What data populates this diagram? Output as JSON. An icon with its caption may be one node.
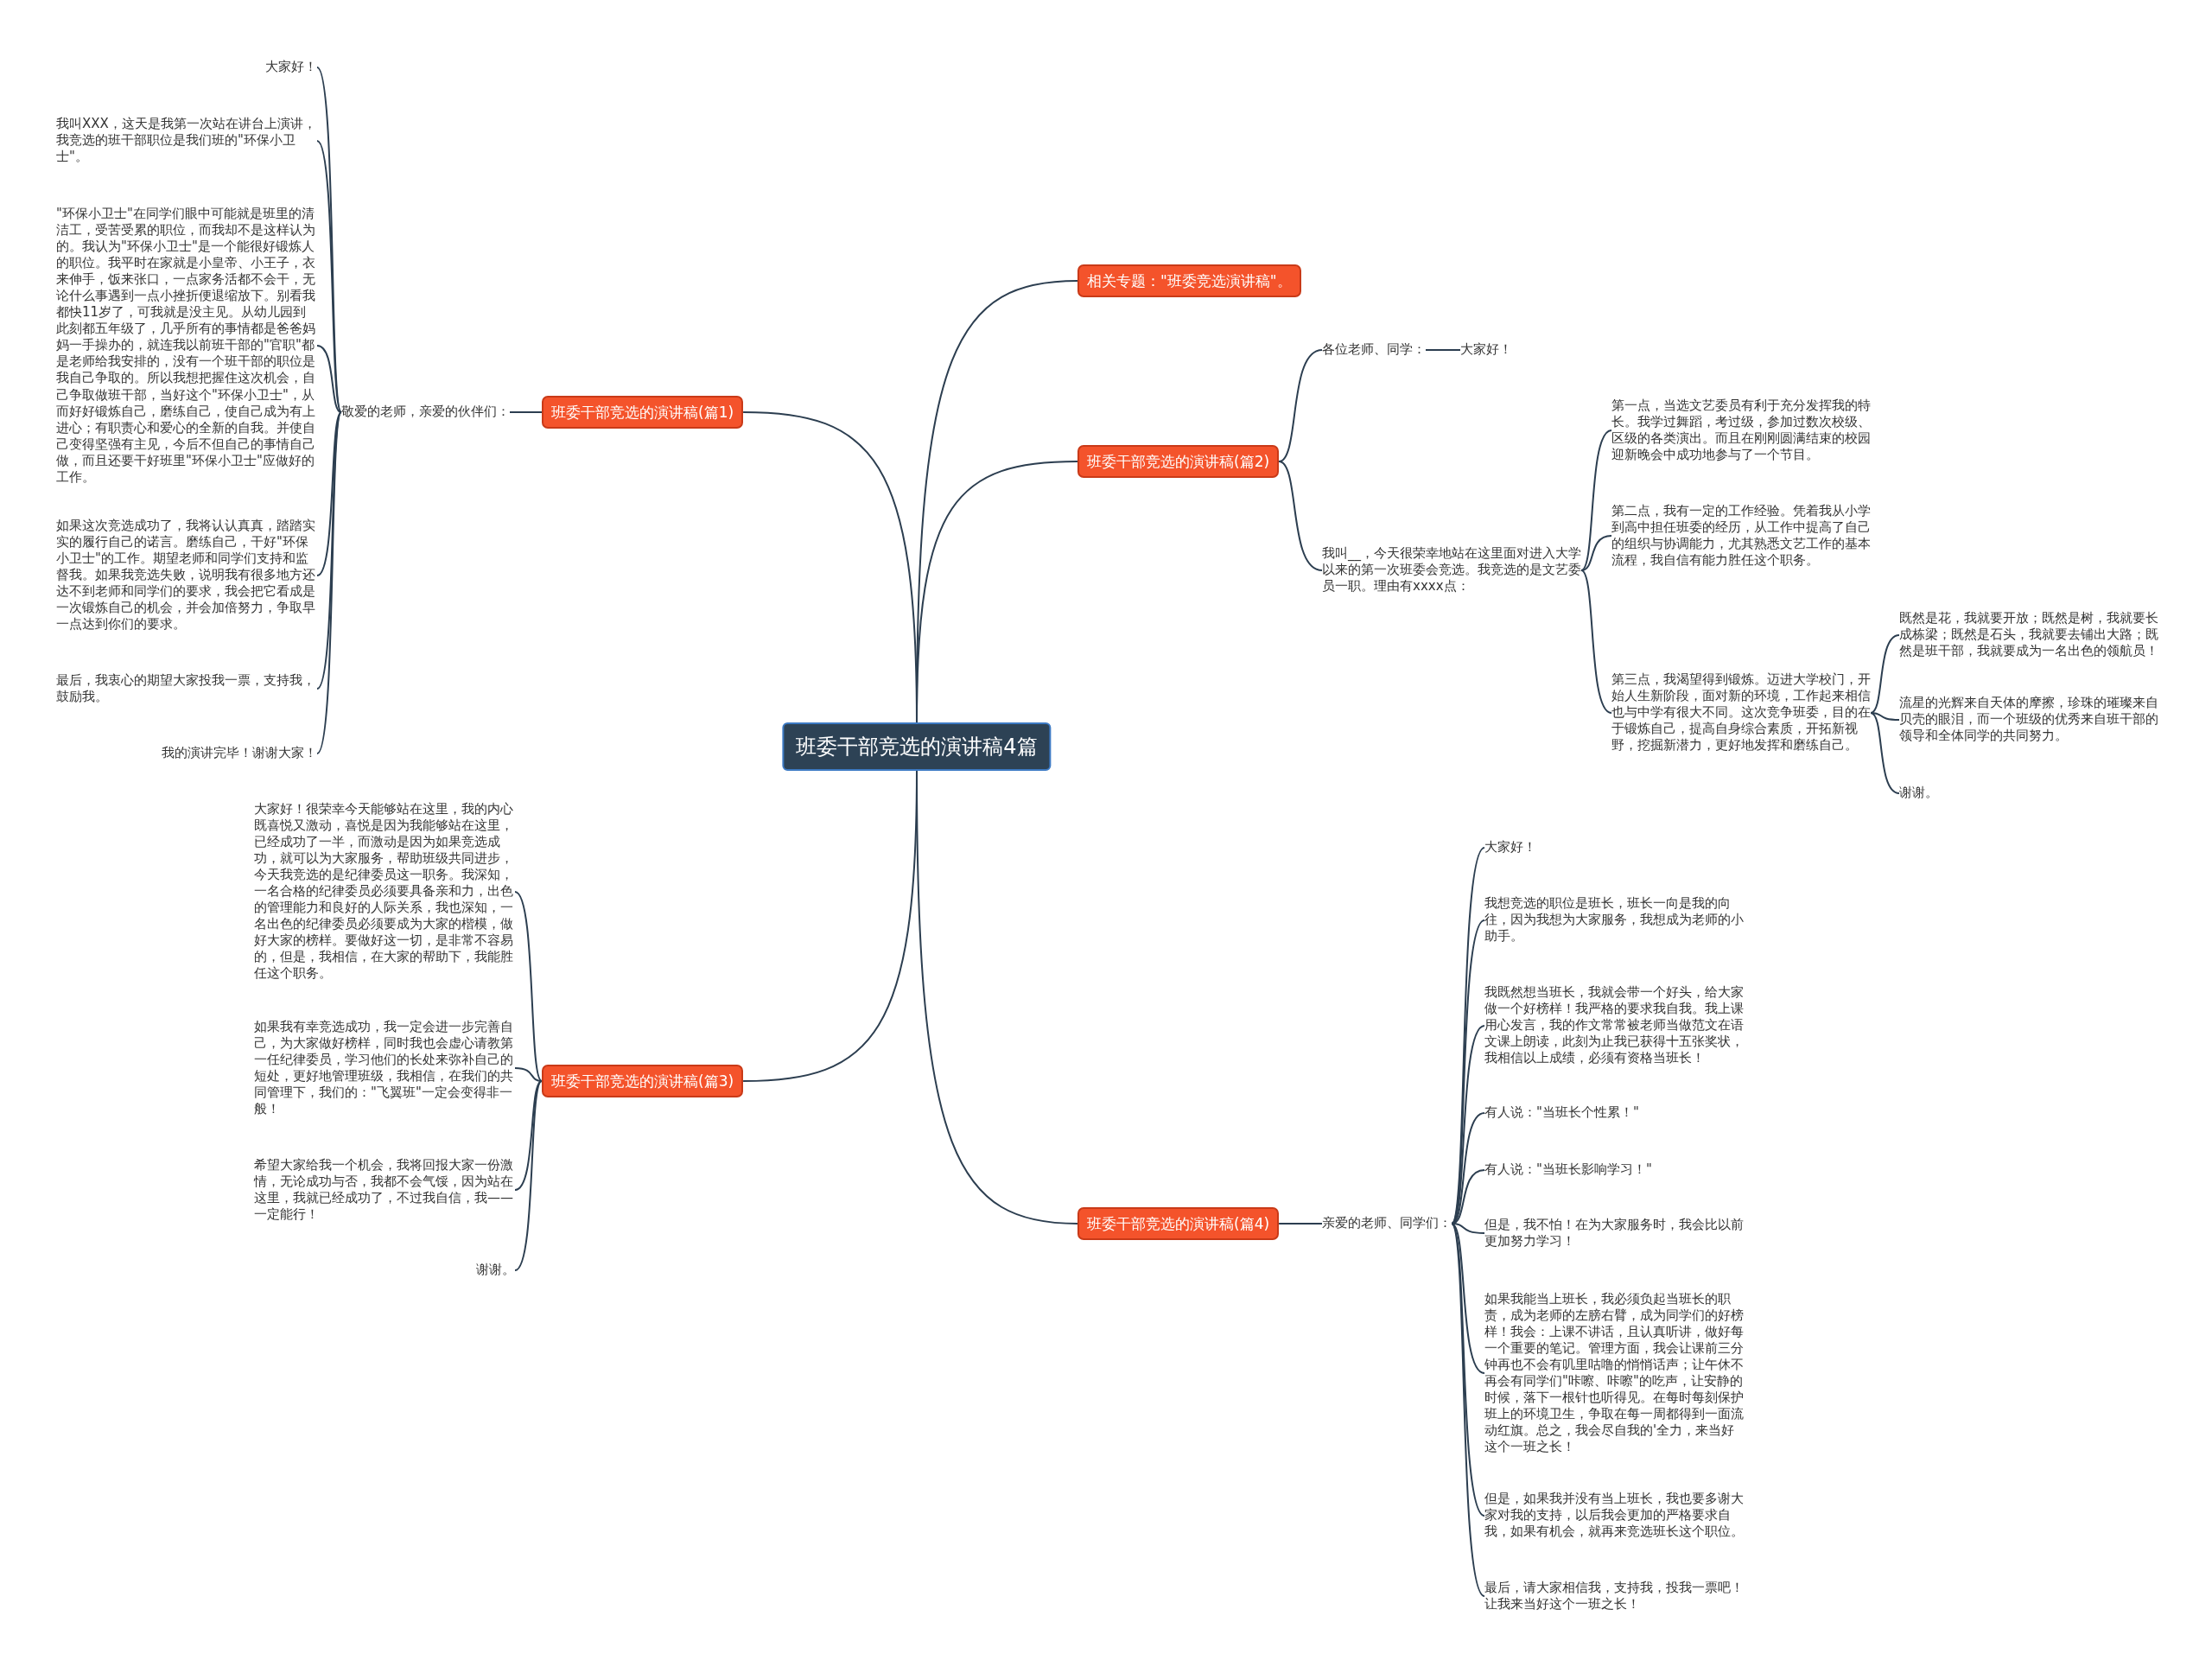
{
  "diagram": {
    "nodes": [
      {
        "text": [
          "班委干部竞选的演讲稿4篇"
        ]
      },
      {
        "text": [
          "相关专题：\"班委竞选演讲稿\"。"
        ]
      },
      {
        "text": [
          "班委干部竞选的演讲稿(篇1)"
        ]
      },
      {
        "text": [
          "敬爱的老师，亲爱的伙伴们："
        ]
      },
      {
        "text": [
          "大家好！"
        ]
      },
      {
        "text": [
          "我叫XXX，这天是我第一次站在讲台上演讲，我竞选的班干部职位是我们班的\"环保小卫士\"。"
        ]
      },
      {
        "text": [
          "\"环保小卫士\"在同学们眼中可能就是班里的清洁工，受苦受累的职位，而我却不是这样认为的。我认为\"环保小卫士\"是一个能很好锻炼人的职位。我平时在家就是小皇帝、小王子，衣来伸手，饭来张口，一点家务活都不会干，无论什么事遇到一点小挫折便退缩放下。别看我都快11岁了，可我就是没主见。从幼儿园到此刻都五年级了，几乎所有的事情都是爸爸妈妈一手操办的，就连我以前班干部的\"官职\"都是老师给我安排的，没有一个班干部的职位是我自己争取的。所以我想把握住这次机会，自己争取做班干部，当好这个\"环保小卫士\"，从而好好锻炼自己，磨练自己，使自己成为有上进心；有职责心和爱心的全新的自我。并使自己变得坚强有主见，今后不但自己的事情自己做，而且还要干好班里\"环保小卫士\"应做好的工作。"
        ]
      },
      {
        "text": [
          "如果这次竞选成功了，我将认认真真，踏踏实实的履行自己的诺言。磨练自己，干好\"环保小卫士\"的工作。期望老师和同学们支持和监督我。如果我竞选失败，说明我有很多地方还达不到老师和同学们的要求，我会把它看成是一次锻炼自己的机会，并会加倍努力，争取早一点达到你们的要求。"
        ]
      },
      {
        "text": [
          "最后，我衷心的期望大家投我一票，支持我，鼓励我。"
        ]
      },
      {
        "text": [
          "我的演讲完毕！谢谢大家！"
        ]
      },
      {
        "text": [
          "班委干部竞选的演讲稿(篇2)"
        ]
      },
      {
        "text": [
          "各位老师、同学："
        ]
      },
      {
        "text": [
          "大家好！"
        ]
      },
      {
        "text": [
          "我叫__，今天很荣幸地站在这里面对进入大学以来的第一次班委会竞选。我竞选的是文艺委员一职。理由有xxxx点："
        ]
      },
      {
        "text": [
          "第一点，当选文艺委员有利于充分发挥我的特长。我学过舞蹈，考过级，参加过数次校级、区级的各类演出。而且在刚刚圆满结束的校园迎新晚会中成功地参与了一个节目。"
        ]
      },
      {
        "text": [
          "第二点，我有一定的工作经验。凭着我从小学到高中担任班委的经历，从工作中提高了自己的组织与协调能力，尤其熟悉文艺工作的基本流程，我自信有能力胜任这个职务。"
        ]
      },
      {
        "text": [
          "第三点，我渴望得到锻炼。迈进大学校门，开始人生新阶段，面对新的环境，工作起来相信也与中学有很大不同。这次竞争班委，目的在于锻炼自己，提高自身综合素质，开拓新视野，挖掘新潜力，更好地发挥和磨练自己。"
        ]
      },
      {
        "text": [
          "既然是花，我就要开放；既然是树，我就要长成栋梁；既然是石头，我就要去铺出大路；既然是班干部，我就要成为一名出色的领航员！"
        ]
      },
      {
        "text": [
          "流星的光辉来自天体的摩擦，珍珠的璀璨来自贝壳的眼泪，而一个班级的优秀来自班干部的领导和全体同学的共同努力。"
        ]
      },
      {
        "text": [
          "谢谢。"
        ]
      },
      {
        "text": [
          "班委干部竞选的演讲稿(篇3)"
        ]
      },
      {
        "text": [
          "大家好！很荣幸今天能够站在这里，我的内心既喜悦又激动，喜悦是因为我能够站在这里，已经成功了一半，而激动是因为如果竞选成功，就可以为大家服务，帮助班级共同进步，今天我竞选的是纪律委员这一职务。我深知，一名合格的纪律委员必须要具备亲和力，出色的管理能力和良好的人际关系，我也深知，一名出色的纪律委员必须要成为大家的楷模，做好大家的榜样。要做好这一切，是非常不容易的，但是，我相信，在大家的帮助下，我能胜任这个职务。"
        ]
      },
      {
        "text": [
          "如果我有幸竞选成功，我一定会进一步完善自己，为大家做好榜样，同时我也会虚心请教第一任纪律委员，学习他们的长处来弥补自己的短处，更好地管理班级，我相信，在我们的共同管理下，我们的：\"飞翼班\"一定会变得非一般！"
        ]
      },
      {
        "text": [
          "希望大家给我一个机会，我将回报大家一份激情，无论成功与否，我都不会气馁，因为站在这里，我就已经成功了，不过我自信，我——一定能行！"
        ]
      },
      {
        "text": [
          "谢谢。"
        ]
      },
      {
        "text": [
          "班委干部竞选的演讲稿(篇4)"
        ]
      },
      {
        "text": [
          "亲爱的老师、同学们："
        ]
      },
      {
        "text": [
          "大家好！"
        ]
      },
      {
        "text": [
          "我想竞选的职位是班长，班长一向是我的向往，因为我想为大家服务，我想成为老师的小助手。"
        ]
      },
      {
        "text": [
          "我既然想当班长，我就会带一个好头，给大家做一个好榜样！我严格的要求我自我。我上课用心发言，我的作文常常被老师当做范文在语文课上朗读，此刻为止我已获得十五张奖状，我相信以上成绩，必须有资格当班长！"
        ]
      },
      {
        "text": [
          "有人说：\"当班长个性累！\""
        ]
      },
      {
        "text": [
          "有人说：\"当班长影响学习！\""
        ]
      },
      {
        "text": [
          "但是，我不怕！在为大家服务时，我会比以前更加努力学习！"
        ]
      },
      {
        "text": [
          "如果我能当上班长，我必须负起当班长的职责，成为老师的左膀右臂，成为同学们的好榜样！我会：上课不讲话，且认真听讲，做好每一个重要的笔记。管理方面，我会让课前三分钟再也不会有叽里咕噜的悄悄话声；让午休不再会有同学们\"咔嚓、咔嚓\"的吃声，让安静的时候，落下一根针也听得见。在每时每刻保护班上的环境卫生，争取在每一周都得到一面流动红旗。总之，我会尽自我的'全力，来当好这个一班之长！"
        ]
      },
      {
        "text": [
          "但是，如果我并没有当上班长，我也要多谢大家对我的支持，以后我会更加的严格要求自我，如果有机会，就再来竞选班长这个职位。"
        ]
      },
      {
        "text": [
          "最后，请大家相信我，支持我，投我一票吧！让我来当好这个一班之长！"
        ]
      }
    ],
    "edges": [
      {
        "from": 0,
        "to": 1,
        "arrow": "none"
      },
      {
        "from": 0,
        "to": 2,
        "arrow": "none"
      },
      {
        "from": 0,
        "to": 10,
        "arrow": "none"
      },
      {
        "from": 0,
        "to": 20,
        "arrow": "none"
      },
      {
        "from": 0,
        "to": 25,
        "arrow": "none"
      },
      {
        "from": 2,
        "to": 3,
        "arrow": "none"
      },
      {
        "from": 3,
        "to": 4,
        "arrow": "none"
      },
      {
        "from": 3,
        "to": 5,
        "arrow": "none"
      },
      {
        "from": 3,
        "to": 6,
        "arrow": "none"
      },
      {
        "from": 3,
        "to": 7,
        "arrow": "none"
      },
      {
        "from": 3,
        "to": 8,
        "arrow": "none"
      },
      {
        "from": 3,
        "to": 9,
        "arrow": "none"
      },
      {
        "from": 10,
        "to": 11,
        "arrow": "none"
      },
      {
        "from": 11,
        "to": 12,
        "arrow": "none"
      },
      {
        "from": 10,
        "to": 13,
        "arrow": "none"
      },
      {
        "from": 13,
        "to": 14,
        "arrow": "none"
      },
      {
        "from": 13,
        "to": 15,
        "arrow": "none"
      },
      {
        "from": 13,
        "to": 16,
        "arrow": "none"
      },
      {
        "from": 16,
        "to": 17,
        "arrow": "none"
      },
      {
        "from": 16,
        "to": 18,
        "arrow": "none"
      },
      {
        "from": 16,
        "to": 19,
        "arrow": "none"
      },
      {
        "from": 20,
        "to": 21,
        "arrow": "none"
      },
      {
        "from": 20,
        "to": 22,
        "arrow": "none"
      },
      {
        "from": 20,
        "to": 23,
        "arrow": "none"
      },
      {
        "from": 20,
        "to": 24,
        "arrow": "none"
      },
      {
        "from": 25,
        "to": 26,
        "arrow": "none"
      },
      {
        "from": 26,
        "to": 27,
        "arrow": "none"
      },
      {
        "from": 26,
        "to": 28,
        "arrow": "none"
      },
      {
        "from": 26,
        "to": 29,
        "arrow": "none"
      },
      {
        "from": 26,
        "to": 30,
        "arrow": "none"
      },
      {
        "from": 26,
        "to": 31,
        "arrow": "none"
      },
      {
        "from": 26,
        "to": 32,
        "arrow": "none"
      },
      {
        "from": 26,
        "to": 33,
        "arrow": "none"
      },
      {
        "from": 26,
        "to": 34,
        "arrow": "none"
      },
      {
        "from": 26,
        "to": 35,
        "arrow": "none"
      }
    ]
  }
}
